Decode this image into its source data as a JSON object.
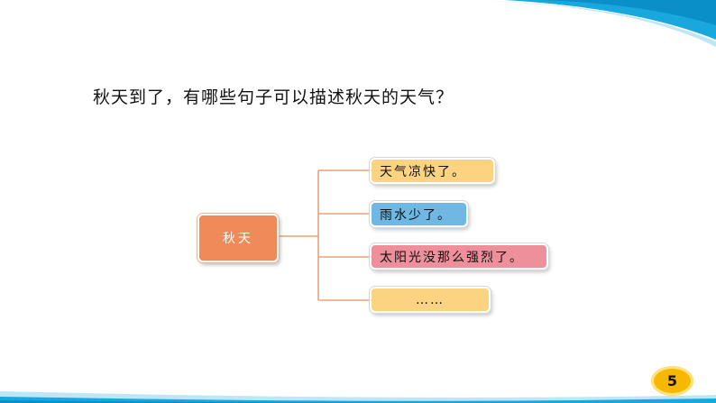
{
  "question": "秋天到了，有哪些句子可以描述秋天的天气？",
  "mindmap": {
    "root": "秋天",
    "branches": [
      "天气凉快了。",
      "雨水少了。",
      "太阳光没那么强烈了。",
      "……"
    ]
  },
  "page_number": "5",
  "colors": {
    "root": "#f08a58",
    "branch_yellow": "#fbd381",
    "branch_blue": "#6eb8e3",
    "branch_pink": "#ee8f9c",
    "connector": "#e9a178",
    "badge": "#f6b800"
  }
}
